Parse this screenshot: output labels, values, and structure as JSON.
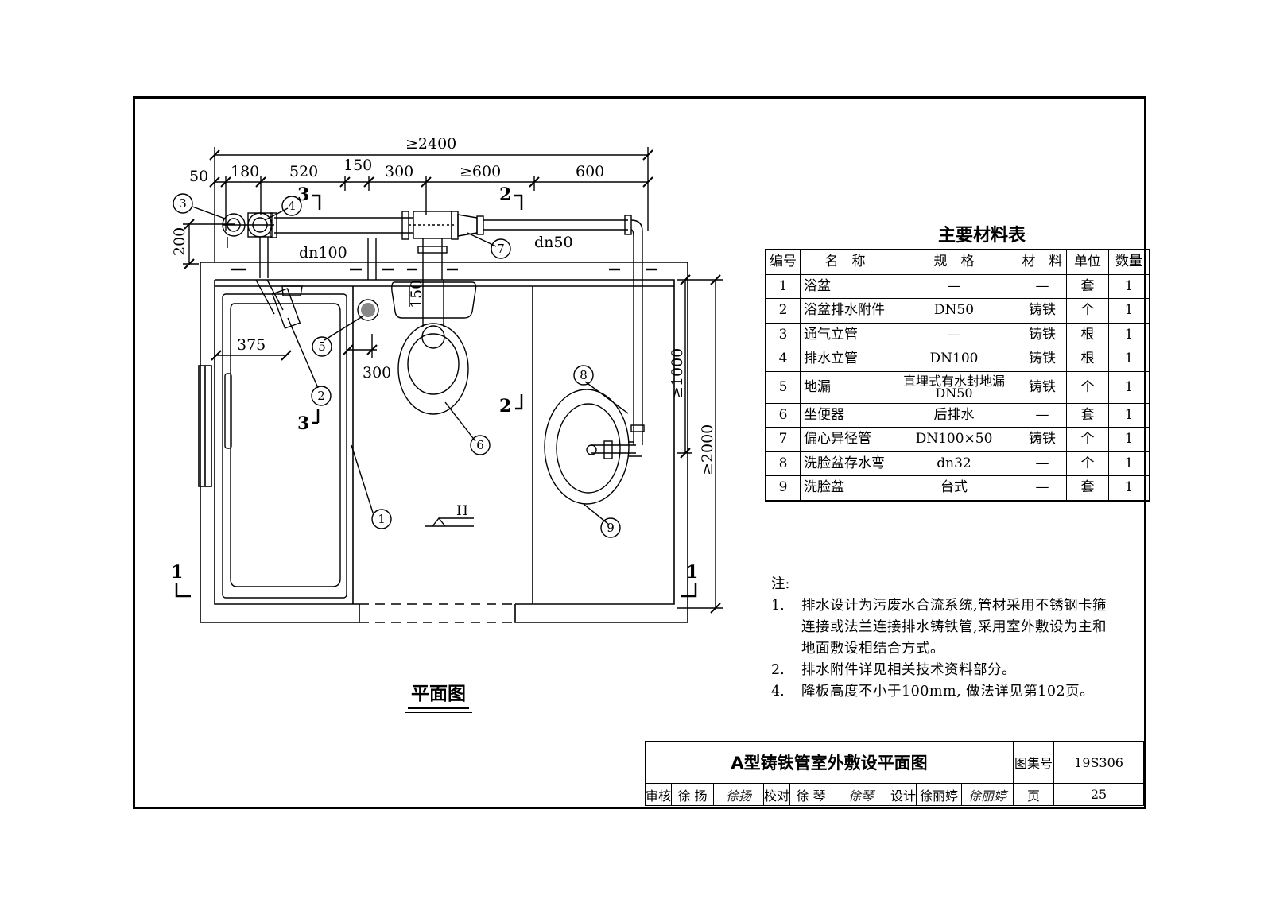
{
  "plan": {
    "title": "平面图",
    "dims_top": {
      "overall": "≥2400",
      "d50": "50",
      "d180": "180",
      "d520": "520",
      "d150": "150",
      "d300": "300",
      "d600min": "≥600",
      "d600": "600"
    },
    "dims_side": {
      "d200": "200",
      "d1000": "≥1000",
      "d2000": "≥2000"
    },
    "dims_inner": {
      "d375": "375",
      "d300b": "300",
      "d150v": "150"
    },
    "pipe_labels": {
      "dn100": "dn100",
      "dn50": "dn50"
    },
    "section_marks": {
      "s3": "3",
      "s2": "2",
      "s1": "1"
    },
    "level_mark": "H",
    "callouts": [
      "1",
      "2",
      "3",
      "4",
      "5",
      "6",
      "7",
      "8",
      "9"
    ]
  },
  "materials": {
    "title": "主要材料表",
    "headers": [
      "编号",
      "名　称",
      "规　格",
      "材　料",
      "单位",
      "数量"
    ],
    "rows": [
      [
        "1",
        "浴盆",
        "—",
        "—",
        "套",
        "1"
      ],
      [
        "2",
        "浴盆排水附件",
        "DN50",
        "铸铁",
        "个",
        "1"
      ],
      [
        "3",
        "通气立管",
        "—",
        "铸铁",
        "根",
        "1"
      ],
      [
        "4",
        "排水立管",
        "DN100",
        "铸铁",
        "根",
        "1"
      ],
      [
        "5",
        "地漏",
        "直埋式有水封地漏 DN50",
        "铸铁",
        "个",
        "1"
      ],
      [
        "6",
        "坐便器",
        "后排水",
        "—",
        "套",
        "1"
      ],
      [
        "7",
        "偏心异径管",
        "DN100×50",
        "铸铁",
        "个",
        "1"
      ],
      [
        "8",
        "洗脸盆存水弯",
        "dn32",
        "—",
        "个",
        "1"
      ],
      [
        "9",
        "洗脸盆",
        "台式",
        "—",
        "套",
        "1"
      ]
    ]
  },
  "notes": {
    "label": "注:",
    "items": [
      {
        "num": "1.",
        "text": "排水设计为污废水合流系统,管材采用不锈钢卡箍连接或法兰连接排水铸铁管,采用室外敷设为主和地面敷设相结合方式。"
      },
      {
        "num": "2.",
        "text": "排水附件详见相关技术资料部分。"
      },
      {
        "num": "4.",
        "text": "降板高度不小于100mm, 做法详见第102页。"
      }
    ]
  },
  "title_block": {
    "drawing_title": "A型铸铁管室外敷设平面图",
    "atlas_label": "图集号",
    "atlas_no": "19S306",
    "review_label": "审核",
    "reviewer": "徐 扬",
    "reviewer_sig": "徐扬",
    "check_label": "校对",
    "checker": "徐 琴",
    "checker_sig": "徐琴",
    "design_label": "设计",
    "designer": "徐丽婷",
    "designer_sig": "徐丽婷",
    "page_label": "页",
    "page_no": "25"
  }
}
